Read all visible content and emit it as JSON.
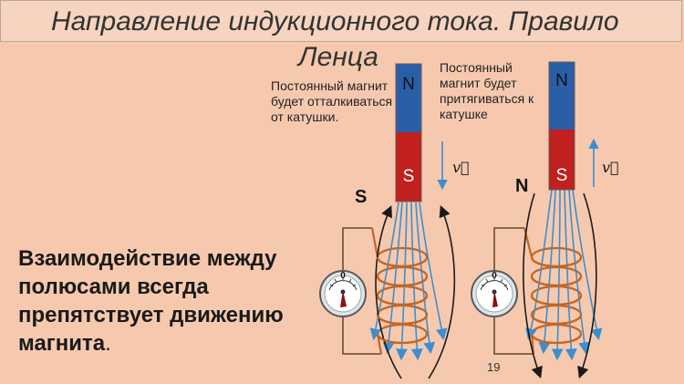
{
  "title": {
    "line1": "Направление индукционного тока. Правило",
    "line2": "Ленца"
  },
  "left_panel": {
    "note": "Постоянный магнит будет отталкиваться от катушки.",
    "magnet_top": "N",
    "magnet_bottom": "S",
    "coil_pole": "S",
    "velocity": "v⃗",
    "meter_zero": "0"
  },
  "right_panel": {
    "note": "Постоянный магнит будет притягиваться к катушке",
    "magnet_top": "N",
    "magnet_bottom": "S",
    "coil_pole": "N",
    "velocity": "v⃗",
    "meter_zero": "0"
  },
  "main_statement": {
    "text": "Взаимодействие между полюсами всегда препятствует движению магнита",
    "period": "."
  },
  "page_number": "19",
  "colors": {
    "background": "#f6c9ae",
    "magnet_north": "#2a5fa8",
    "magnet_south": "#c0201e",
    "field_lines": "#3b8fd0",
    "coil": "#c8641e",
    "wire": "#7a5a3a"
  }
}
